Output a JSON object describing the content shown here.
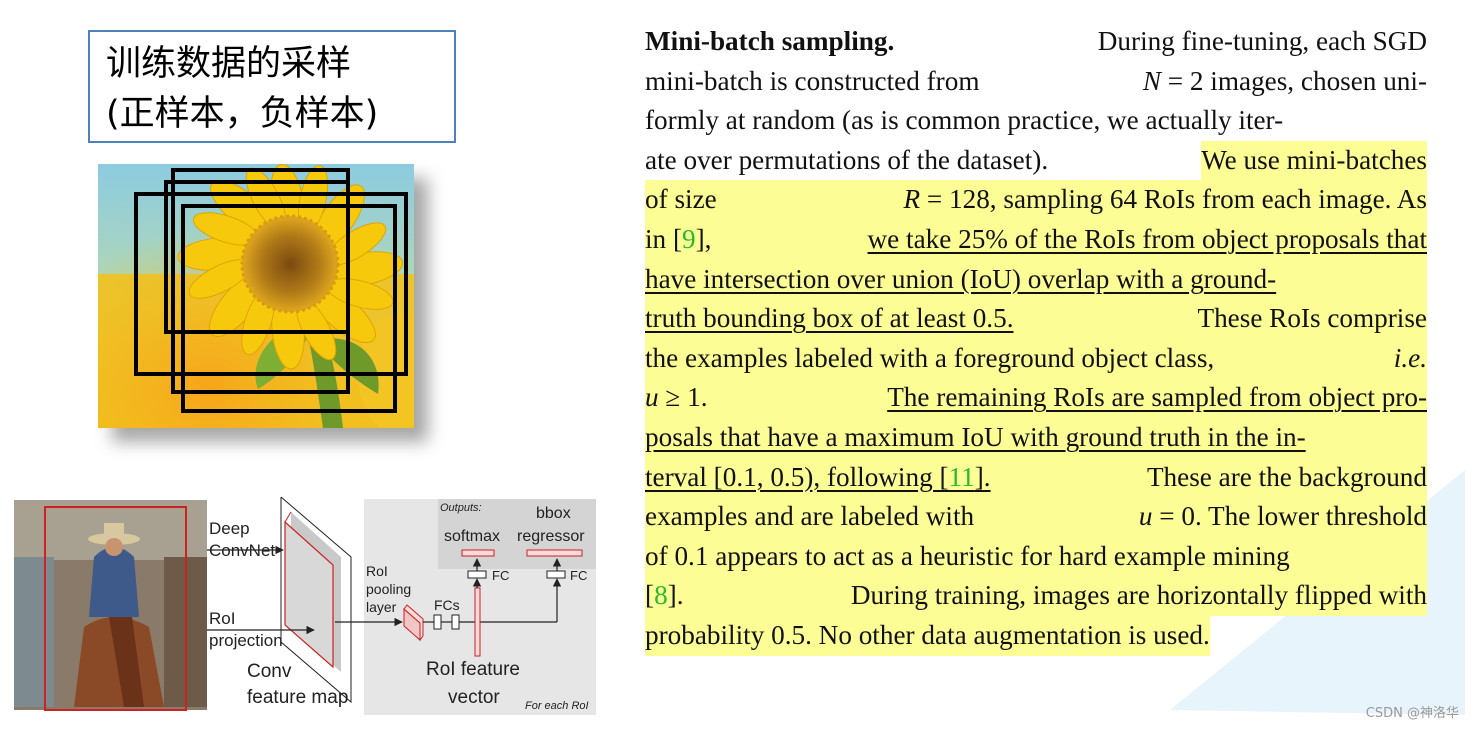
{
  "slide_title": {
    "line1": "训练数据的采样",
    "line2": "(正样本，负样本)"
  },
  "diagram": {
    "deep": "Deep",
    "convnet": "ConvNet",
    "roi": "RoI",
    "projection": "projection",
    "conv": "Conv",
    "feature_map": "feature map",
    "roi_pool_1": "RoI",
    "roi_pool_2": "pooling",
    "roi_pool_3": "layer",
    "fcs": "FCs",
    "outputs": "Outputs:",
    "softmax": "softmax",
    "bbox": "bbox",
    "regressor": "regressor",
    "fc_a": "FC",
    "fc_b": "FC",
    "roi_feature": "RoI feature",
    "vector": "vector",
    "for_each_roi": "For each RoI"
  },
  "paper": {
    "l1a": "Mini-batch sampling.",
    "l1b": "During fine-tuning, each SGD",
    "l2a": "mini-batch is constructed from",
    "l2b": "N",
    "l2c": "= 2 images, chosen uni-",
    "l3": "formly at random (as is common practice, we actually iter-",
    "l4a": "ate over permutations of the dataset).",
    "l4b": "We use mini-batches",
    "l5a": "of size",
    "l5b": "R",
    "l5c": "= 128, sampling 64 RoIs from each image. As",
    "l6a": "in [",
    "l6ref": "9",
    "l6b": "],",
    "l6c": "we take 25% of the RoIs from object proposals that",
    "l7": "have intersection over union (IoU) overlap with a ground-",
    "l8a": "truth bounding box of at least 0.5.",
    "l8b": "These RoIs comprise",
    "l9a": "the examples labeled with a foreground object class,",
    "l9b": "i.e.",
    "l10a": "u",
    "l10b": "≥ 1.",
    "l10c": "The remaining RoIs are sampled from object pro-",
    "l11": "posals that have a maximum IoU with ground truth in the in-",
    "l12a": "terval [0.1, 0.5), following [",
    "l12ref": "11",
    "l12b": "].",
    "l12c": "These are the background",
    "l13a": "examples and are labeled with",
    "l13b": "u",
    "l13c": "= 0. The lower threshold",
    "l14": "of 0.1 appears to act as a heuristic for hard example mining",
    "l15a": "[",
    "l15ref": "8",
    "l15b": "].",
    "l15c": "During training, images are horizontally flipped with",
    "l16": "probability 0.5. No other data augmentation is used."
  },
  "watermark": "CSDN @神洛华",
  "colors": {
    "highlight": "#fdfd96",
    "citation": "#2db82d",
    "title_border": "#4f81bd",
    "roi_box": "#cc2222"
  }
}
